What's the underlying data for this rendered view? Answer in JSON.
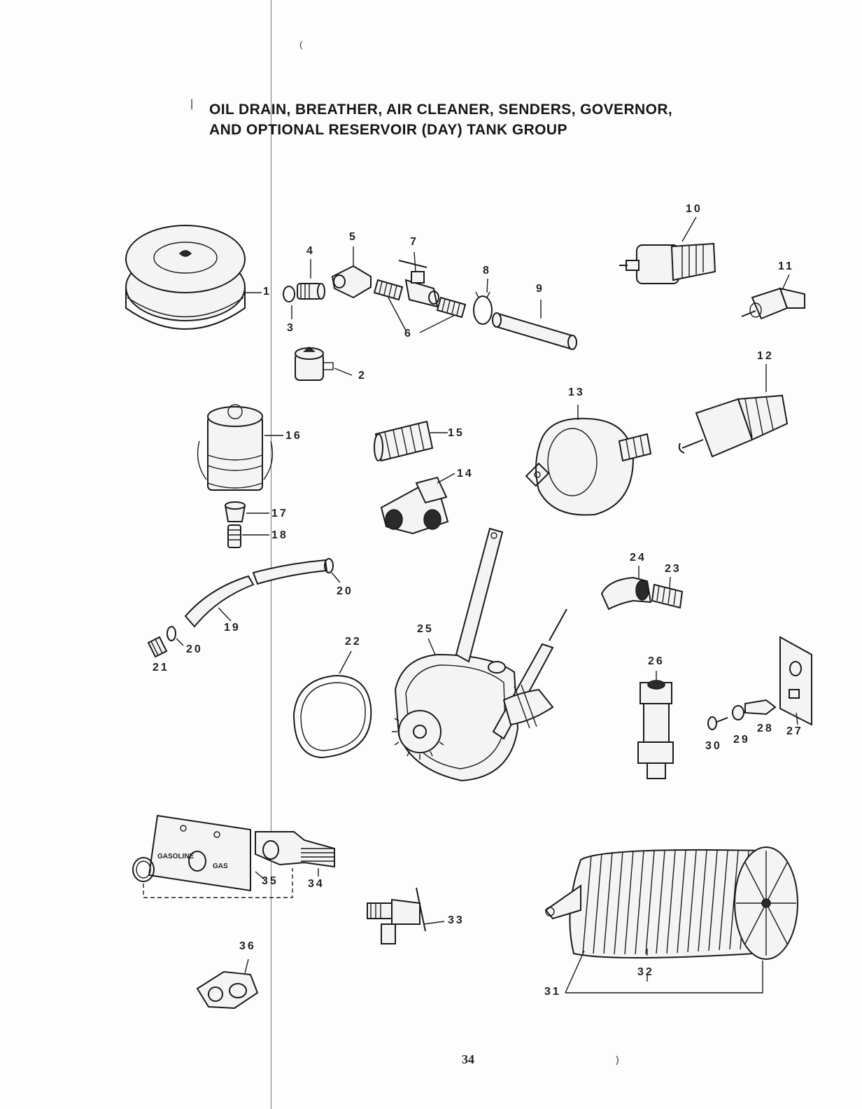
{
  "title": {
    "line1": "OIL DRAIN, BREATHER, AIR CLEANER, SENDERS, GOVERNOR,",
    "line2": "AND OPTIONAL RESERVOIR (DAY) TANK GROUP"
  },
  "callouts": {
    "c1": "1",
    "c2": "2",
    "c3": "3",
    "c4": "4",
    "c5": "5",
    "c6": "6",
    "c7": "7",
    "c8": "8",
    "c9": "9",
    "c10": "10",
    "c11": "11",
    "c12": "12",
    "c13": "13",
    "c14": "14",
    "c15": "15",
    "c16": "16",
    "c17": "17",
    "c18": "18",
    "c19": "19",
    "c20a": "20",
    "c20b": "20",
    "c21": "21",
    "c22": "22",
    "c23": "23",
    "c24": "24",
    "c25": "25",
    "c26": "26",
    "c27": "27",
    "c28": "28",
    "c29": "29",
    "c30": "30",
    "c31": "31",
    "c32": "32",
    "c33": "33",
    "c34": "34",
    "c35": "35",
    "c36": "36"
  },
  "panel_labels": {
    "gasoline": "GASOLINE",
    "gas": "GAS"
  },
  "page_number": "34"
}
